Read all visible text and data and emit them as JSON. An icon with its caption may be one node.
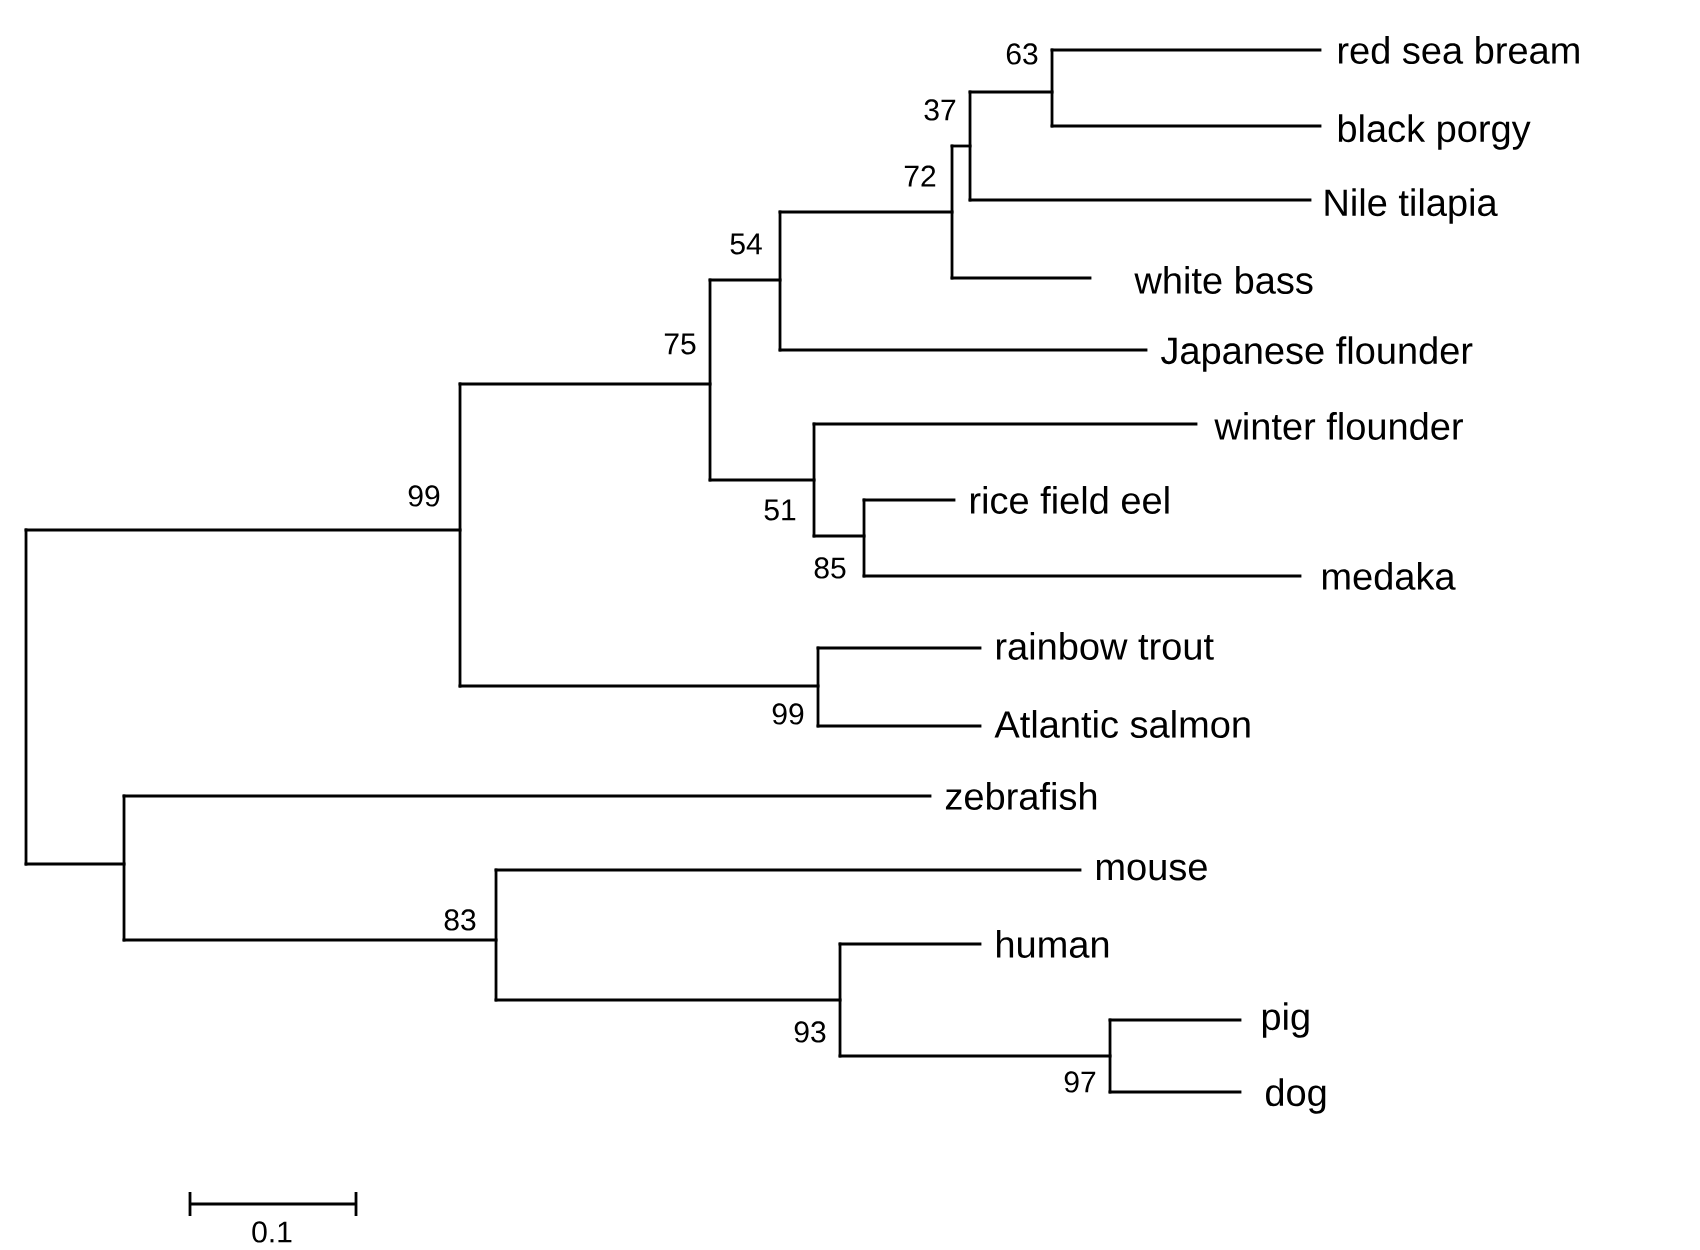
{
  "diagram": {
    "labels": [
      "63",
      "red sea bream",
      "37",
      "black porgy",
      "72",
      "Nile tilapia",
      "54",
      "white bass",
      "75",
      "Japanese flounder",
      "99",
      "winter flounder",
      "51",
      "rice field eel",
      "85",
      "medaka",
      "rainbow trout",
      "99",
      "Atlantic salmon",
      "zebrafish",
      "mouse",
      "83",
      "human",
      "93",
      "pig",
      "97",
      "dog",
      "0.1"
    ]
  }
}
